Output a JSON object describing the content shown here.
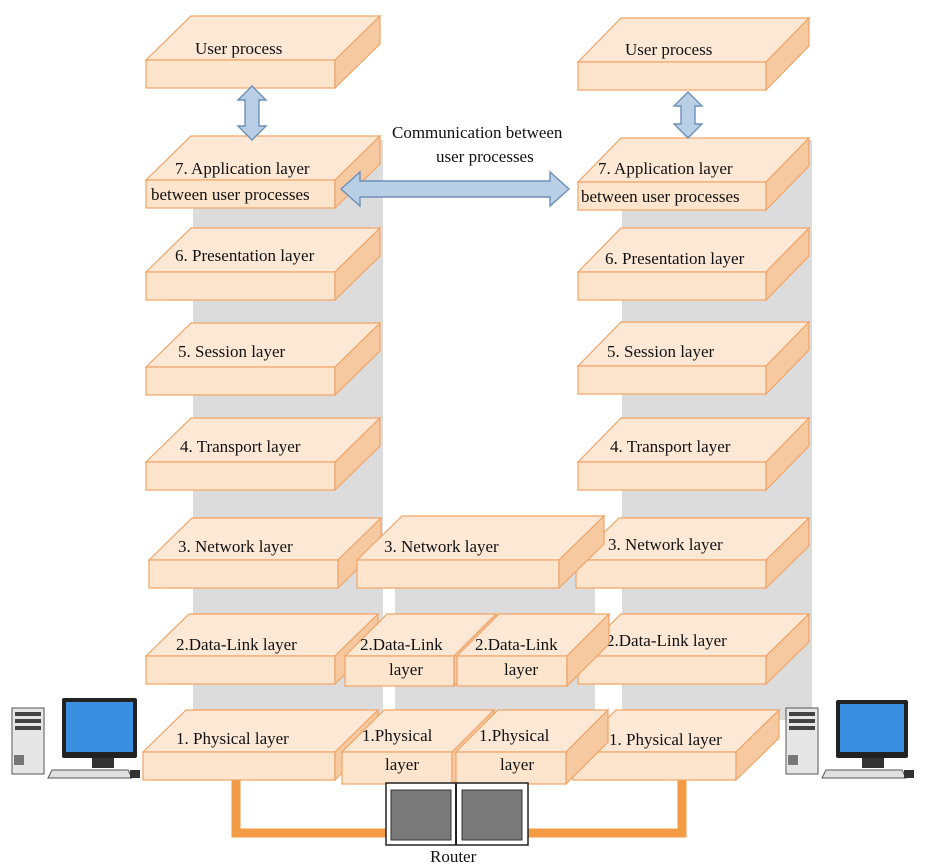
{
  "left_stack": {
    "user_process": "User process",
    "application": [
      "7. Application layer",
      "between user processes"
    ],
    "presentation": "6. Presentation  layer",
    "session": "5. Session layer",
    "transport": "4. Transport layer",
    "network": "3. Network layer",
    "datalink": "2.Data-Link layer",
    "physical": "1. Physical layer"
  },
  "right_stack": {
    "user_process": "User process",
    "application": [
      "7. Application layer",
      "between user processes"
    ],
    "presentation": "6. Presentation layer",
    "session": "5. Session layer",
    "transport": "4. Transport layer",
    "network": "3. Network layer",
    "datalink": "2.Data-Link layer",
    "physical": "1. Physical layer"
  },
  "router_stack": {
    "network": "3. Network layer",
    "datalink_left": [
      "2.Data-Link",
      "layer"
    ],
    "datalink_right": [
      "2.Data-Link",
      "layer"
    ],
    "physical_left": [
      "1.Physical",
      "layer"
    ],
    "physical_right": [
      "1.Physical",
      "layer"
    ]
  },
  "communication_label": [
    "Communication between",
    "user processes"
  ],
  "router_label": "Router",
  "colors": {
    "box_top": "#fde8d6",
    "box_front": "#fde4cc",
    "box_side": "#f7c9a1",
    "box_edge": "#f0a466",
    "arrow_fill": "#b9cfe6",
    "arrow_edge": "#6c90b8",
    "cable": "#f39a45",
    "shadow": "#dcdcdc"
  },
  "icons": [
    "computer-icon",
    "computer-icon",
    "router-icon"
  ]
}
